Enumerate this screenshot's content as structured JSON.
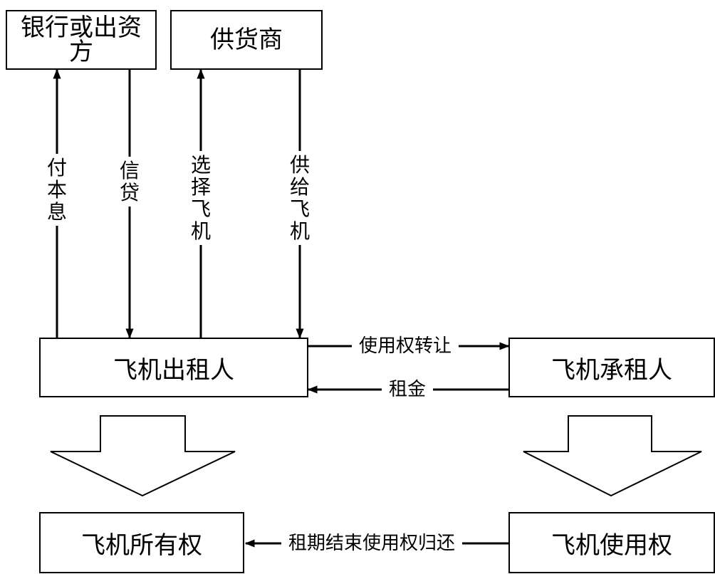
{
  "nodes": {
    "bank": "银行或出资方",
    "supplier": "供货商",
    "lessor": "飞机出租人",
    "lessee": "飞机承租人",
    "ownership": "飞机所有权",
    "usage_right": "飞机使用权"
  },
  "edges": {
    "pay_interest": "付本息",
    "credit": "信贷",
    "select_aircraft": "选择飞机",
    "supply_aircraft": "供给飞机",
    "transfer_usage": "使用权转让",
    "rent": "租金",
    "return_usage": "租期结束使用权归还"
  },
  "colors": {
    "stroke": "#000000",
    "background": "#ffffff"
  }
}
